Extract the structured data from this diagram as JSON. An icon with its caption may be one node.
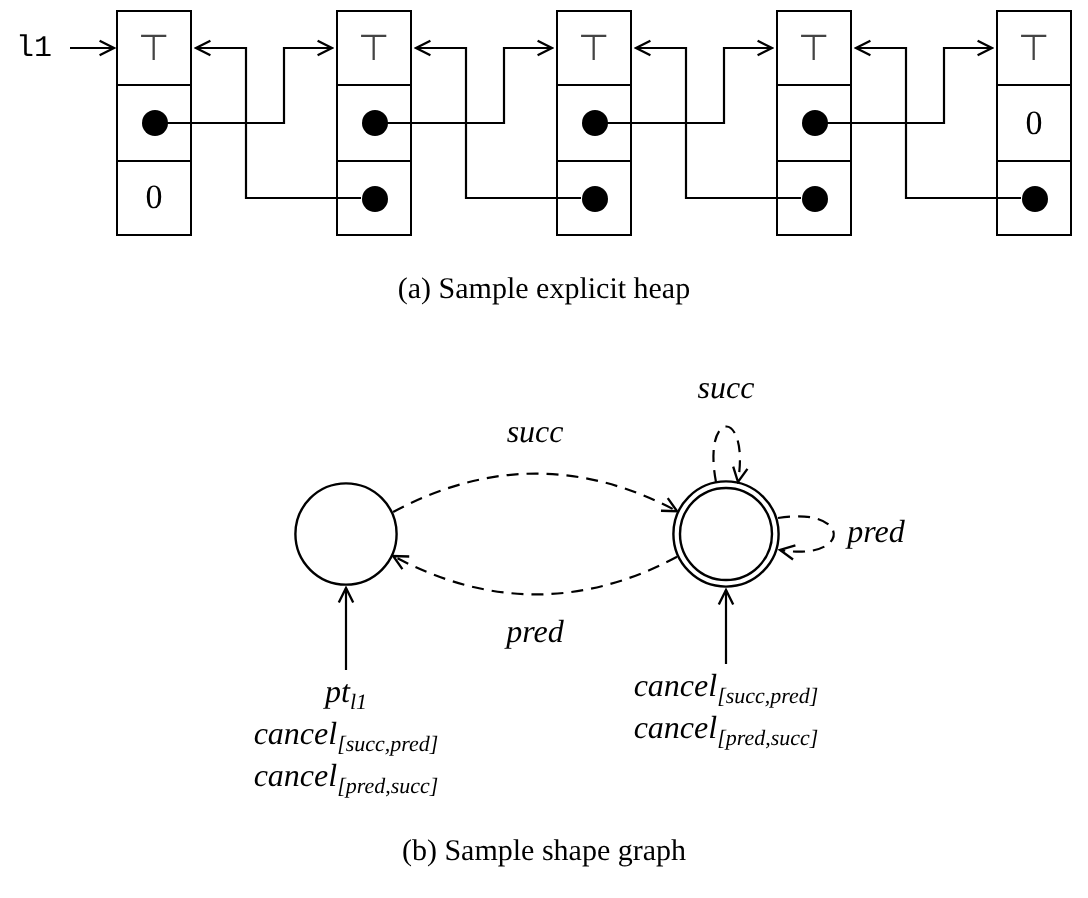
{
  "diagram": {
    "nodes": [
      {
        "text": [
          "l1"
        ]
      },
      {
        "text": [
          "⊤"
        ]
      },
      {
        "text": [],
        "shape": "box"
      },
      {
        "text": [],
        "shape": "circle",
        "in": 2
      },
      {
        "text": [
          "0"
        ]
      },
      {
        "text": [
          "⊤"
        ]
      },
      {
        "text": [],
        "shape": "box"
      },
      {
        "text": [],
        "shape": "circle",
        "in": 6
      },
      {
        "text": [],
        "shape": "box"
      },
      {
        "text": [],
        "shape": "circle",
        "in": 8
      },
      {
        "text": [
          "⊤"
        ]
      },
      {
        "text": [],
        "shape": "box"
      },
      {
        "text": [],
        "shape": "circle",
        "in": 11
      },
      {
        "text": [],
        "shape": "box"
      },
      {
        "text": [],
        "shape": "circle",
        "in": 13
      },
      {
        "text": [
          "⊤"
        ]
      },
      {
        "text": [],
        "shape": "box"
      },
      {
        "text": [],
        "shape": "circle",
        "in": 16
      },
      {
        "text": [],
        "shape": "box"
      },
      {
        "text": [],
        "shape": "circle",
        "in": 18
      },
      {
        "text": [
          "⊤"
        ]
      },
      {
        "text": [
          "0"
        ]
      },
      {
        "text": [],
        "shape": "box"
      },
      {
        "text": [],
        "shape": "circle",
        "in": 22
      },
      {
        "text": [],
        "shape": "circle"
      },
      {
        "text": [],
        "shape": "circle"
      },
      {
        "text": [
          "pt$_{l1}$",
          "cancel$_{[succ,pred]}$",
          "cancel$_{[pred,succ]}$"
        ]
      },
      {
        "text": [
          "cancel$_{[succ,pred]}$",
          "cancel$_{[pred,succ]}$"
        ]
      }
    ],
    "edges": [
      {
        "from": 0,
        "to": 1,
        "arrow": "to"
      },
      {
        "from": 3,
        "to": 5,
        "arrow": "to"
      },
      {
        "from": 7,
        "to": 10,
        "arrow": "to"
      },
      {
        "from": 12,
        "to": 15,
        "arrow": "to"
      },
      {
        "from": 17,
        "to": 20,
        "arrow": "to"
      },
      {
        "from": 9,
        "to": 1,
        "arrow": "to"
      },
      {
        "from": 14,
        "to": 5,
        "arrow": "to"
      },
      {
        "from": 19,
        "to": 10,
        "arrow": "to"
      },
      {
        "from": 23,
        "to": 15,
        "arrow": "to"
      },
      {
        "from": 24,
        "to": 25,
        "arrow": "to",
        "label": "succ",
        "style": "dashed"
      },
      {
        "from": 25,
        "to": 24,
        "arrow": "to",
        "label": "pred",
        "style": "dashed"
      },
      {
        "from": 25,
        "to": 25,
        "arrow": "to",
        "label": "succ",
        "style": "dashed"
      },
      {
        "from": 25,
        "to": 25,
        "arrow": "to",
        "label": "pred",
        "style": "dashed"
      },
      {
        "from": 26,
        "to": 24,
        "arrow": "to"
      },
      {
        "from": 27,
        "to": 25,
        "arrow": "to"
      }
    ],
    "labels": [
      "(a) Sample explicit heap",
      "(b) Sample shape graph"
    ]
  }
}
